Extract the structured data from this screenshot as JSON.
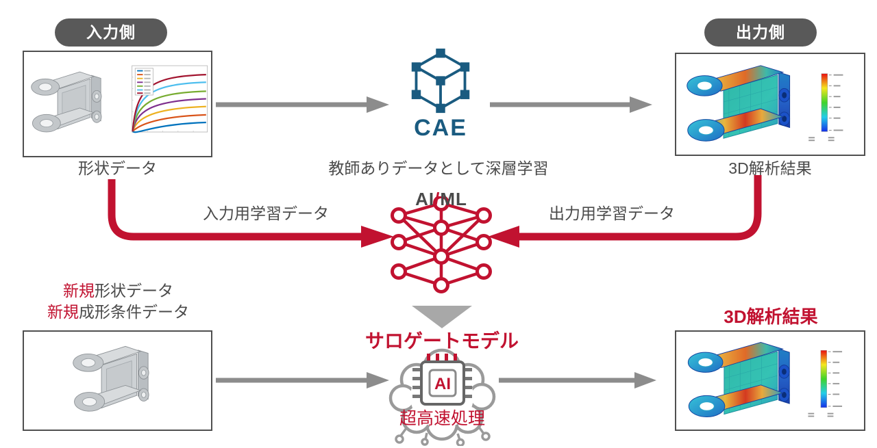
{
  "colors": {
    "accent_red": "#c11230",
    "cae_blue": "#1a5b80",
    "badge_gray": "#595959",
    "arrow_gray": "#8c8c8c",
    "text_dark": "#4a4a4a",
    "icon_gray": "#9a9a9a"
  },
  "badges": {
    "input": "入力側",
    "output": "出力側"
  },
  "top_row": {
    "input_label": "形状データ",
    "cae_title": "CAE",
    "caption": "教師ありデータとして深層学習",
    "output_label": "3D解析結果"
  },
  "training": {
    "aiml": {
      "left": "AI",
      "slash": "/",
      "right": "ML"
    },
    "input_arrow_label": "入力用学習データ",
    "output_arrow_label": "出力用学習データ"
  },
  "inference": {
    "new_data": {
      "line1": {
        "highlight": "新規",
        "rest": "形状データ"
      },
      "line2": {
        "highlight": "新規",
        "rest": "成形条件データ"
      }
    },
    "surrogate_title": "サロゲートモデル",
    "chip_label": "AI",
    "speed_label": "超高速処理",
    "result_label": "3D解析結果"
  },
  "mini_chart": {
    "type": "line",
    "series_colors": [
      "#0072bd",
      "#d95319",
      "#edb120",
      "#7e2f8e",
      "#77ac30",
      "#4dbeee",
      "#a2142f"
    ]
  }
}
